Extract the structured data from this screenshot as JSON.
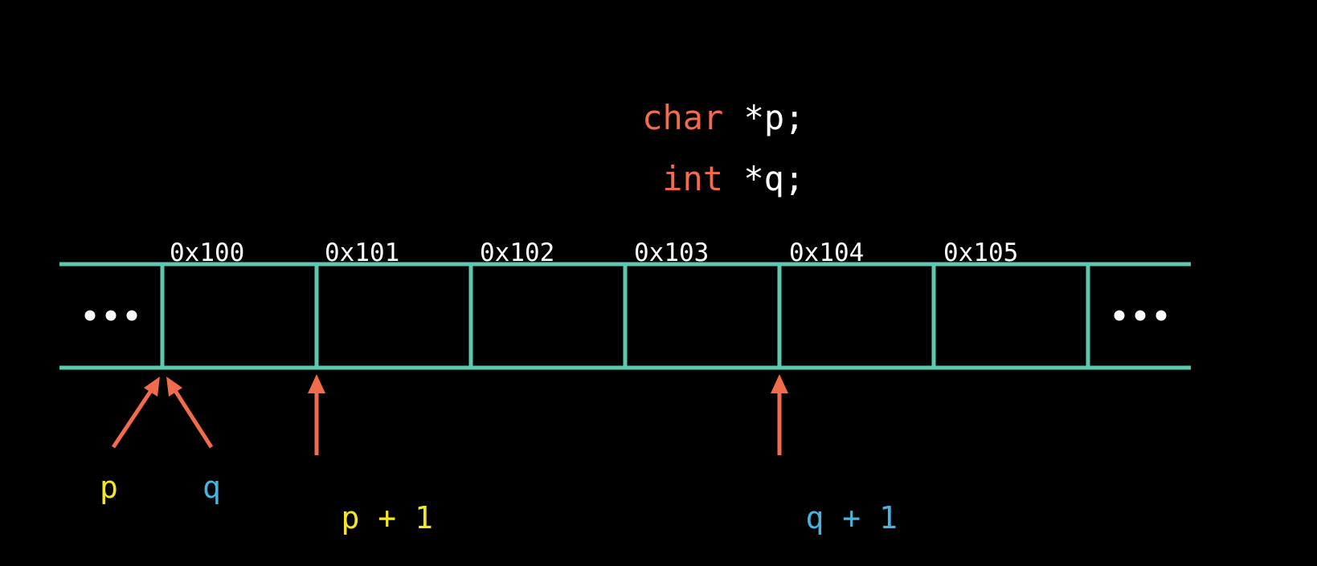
{
  "declarations": [
    {
      "type": "char",
      "rest": "*p;"
    },
    {
      "type": "int",
      "rest": "*q;"
    }
  ],
  "memory": {
    "addresses": [
      "0x100",
      "0x101",
      "0x102",
      "0x103",
      "0x104",
      "0x105"
    ],
    "ellipsis_left": "•••",
    "ellipsis_right": "•••"
  },
  "pointer_labels": {
    "p": "p",
    "q": "q",
    "p_plus_1": {
      "var": "p",
      "op": "+",
      "num": "1"
    },
    "q_plus_1": {
      "var": "q",
      "op": "+",
      "num": "1"
    }
  },
  "colors": {
    "background": "#000000",
    "keyword": "#f26b4c",
    "code_text": "#ffffff",
    "memory_lines": "#5cc9b0",
    "arrows": "#f26b4c",
    "p_label": "#f5e625",
    "q_label": "#4ab2e0"
  }
}
